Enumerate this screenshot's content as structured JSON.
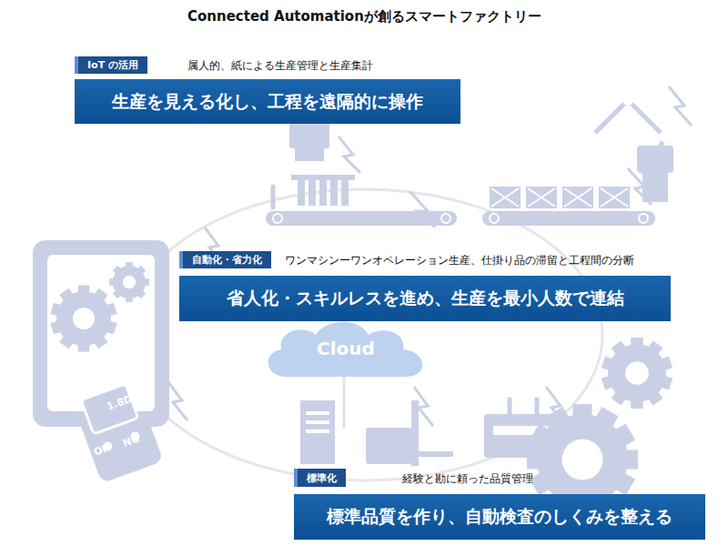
{
  "diagram": {
    "title": "Connected Automationが創るスマートファクトリー",
    "nodes": [
      {
        "text": [
          "IoT の活用"
        ]
      },
      {
        "text": [
          "生産を見える化し、工程を遠隔的に操作"
        ]
      },
      {
        "text": [
          "自動化・省力化"
        ]
      },
      {
        "text": [
          "省人化・スキルレスを進め、生産を最小人数で連結"
        ]
      },
      {
        "text": [
          "Cloud"
        ]
      },
      {
        "text": [
          "標準化"
        ]
      },
      {
        "text": [
          "標準品質を作り、自動検査のしくみを整える"
        ]
      }
    ],
    "labels": [
      "属人的、紙による生産管理と生産集計",
      "ワンマシンーワンオペレーション生産、仕掛り品の滞留と工程間の分断",
      "経験と勘に頼った品質管理",
      "1.8D",
      "OK",
      "NG"
    ]
  }
}
